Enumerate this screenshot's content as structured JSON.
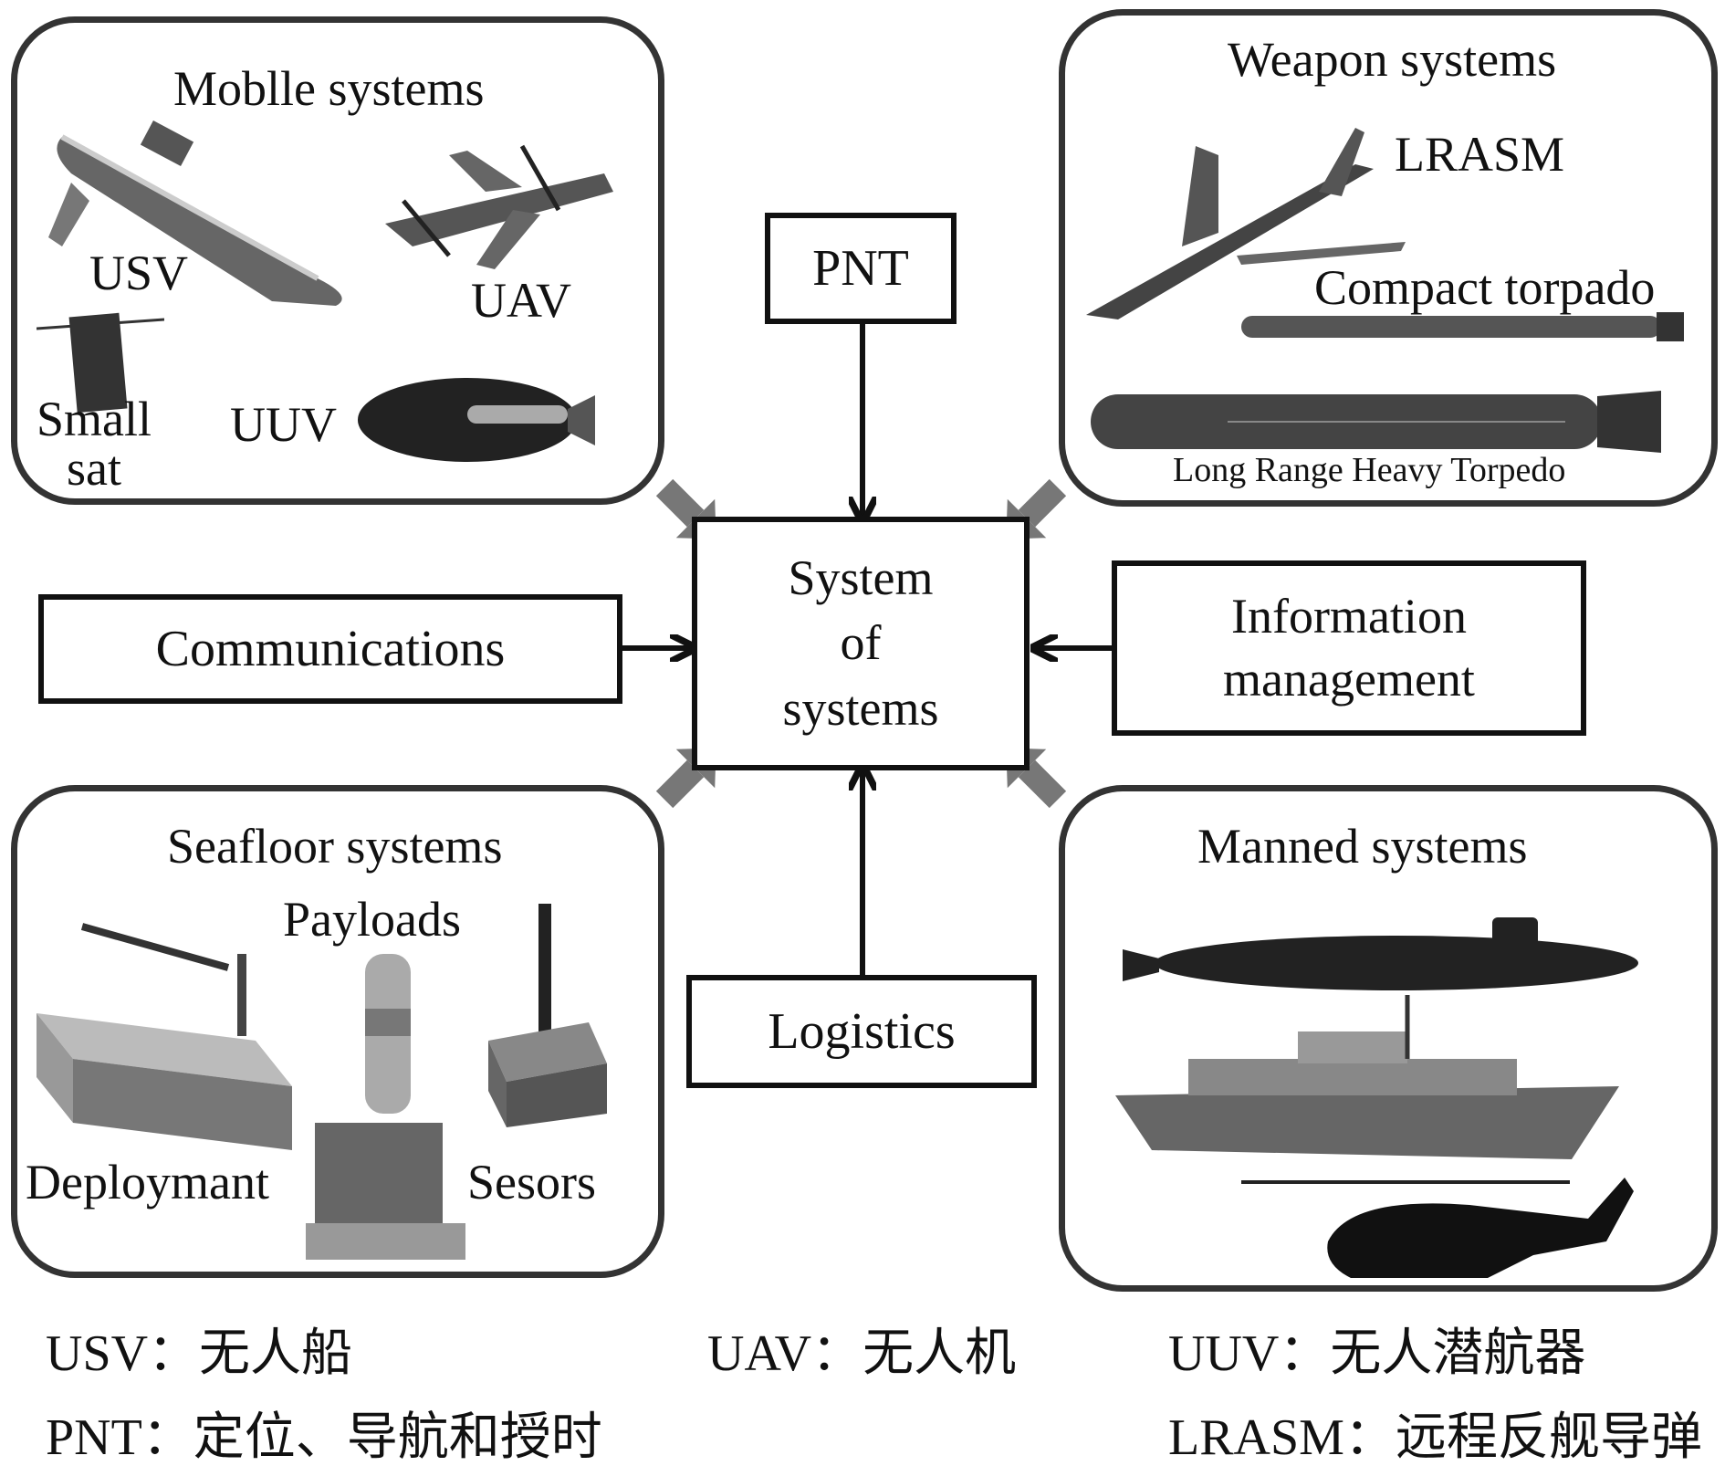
{
  "center": {
    "lines": [
      "System",
      "of",
      "systems"
    ]
  },
  "pnt": {
    "label": "PNT"
  },
  "communications": {
    "label": "Communications"
  },
  "information": {
    "lines": [
      "Information",
      "management"
    ]
  },
  "logistics": {
    "label": "Logistics"
  },
  "mobile": {
    "title": "Moblle systems",
    "usv": "USV",
    "uav": "UAV",
    "uuv": "UUV",
    "smallsat": [
      "Small",
      "sat"
    ]
  },
  "weapon": {
    "title": "Weapon systems",
    "lrasm": "LRASM",
    "compact": "Compact torpado",
    "heavy": "Long Range Heavy Torpedo"
  },
  "seafloor": {
    "title": "Seafloor systems",
    "payloads": "Payloads",
    "deploy": "Deploymant",
    "sensors": "Sesors"
  },
  "manned": {
    "title": "Manned systems"
  },
  "legend": {
    "usv": "USV：无人船",
    "uav": "UAV：无人机",
    "uuv": "UUV：无人潜航器",
    "pnt": "PNT：定位、导航和授时",
    "lrasm": "LRASM：远程反舰导弹"
  },
  "colors": {
    "ink": "#111111",
    "panel_border": "#333333",
    "thick_arrow": "#777777",
    "vehicle": "#444444"
  }
}
